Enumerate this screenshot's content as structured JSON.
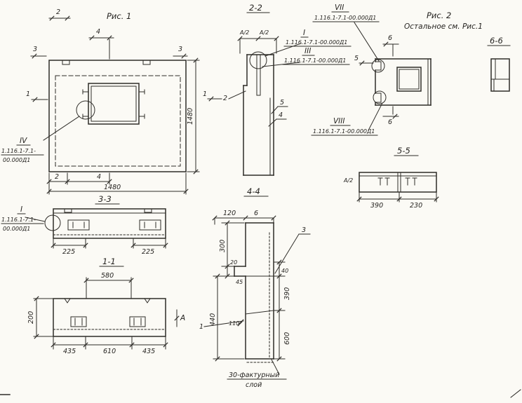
{
  "figure1": {
    "title": "Рис. 1",
    "callout_iv": {
      "ref": "IV",
      "label_line1": "1.116.1-7.1-",
      "label_line2": "00.000Д1"
    },
    "dim_top_2": "2",
    "dim_top_4": "4",
    "dim_left_3": "3",
    "dim_right_3": "3",
    "mark_1": "1",
    "dim_height_1480": "1480",
    "dim_bottom_2": "2",
    "dim_bottom_4": "4",
    "dim_bottom_1480": "1480"
  },
  "section22": {
    "title": "2-2",
    "dim_a2_left": "А/2",
    "dim_a2_right": "А/2",
    "callout_i": {
      "ref": "I",
      "label": "1.116.1-7.1-00.000Д1"
    },
    "callout_iii": {
      "ref": "III",
      "label": "1.116.1-7.1-00.000Д1"
    },
    "mark_2": "2",
    "mark_1": "1",
    "mark_5": "5",
    "mark_4": "4"
  },
  "figure2": {
    "title": "Рис. 2",
    "subtitle": "Остальное см. Рис.1",
    "callout_vii": {
      "ref": "VII",
      "label": "1.116.1-7.1-00.000Д1"
    },
    "callout_viii": {
      "ref": "VIII",
      "label": "1.116.1-7.1-00.000Д1"
    },
    "dim_6_top": "6",
    "dim_6_bottom": "6",
    "mark_5": "5"
  },
  "section66": {
    "title": "6-6"
  },
  "section55": {
    "title": "5-5",
    "dim_a2": "А/2",
    "dim_390": "390",
    "dim_230": "230"
  },
  "section33": {
    "title": "3-3",
    "callout_i": {
      "ref": "I",
      "label_line1": "1.116.1-7.1-",
      "label_line2": "00.000Д1"
    },
    "dim_225_left": "225",
    "dim_225_right": "225"
  },
  "section11": {
    "title": "1-1",
    "dim_580": "580",
    "dim_200": "200",
    "dim_435_left": "435",
    "dim_610": "610",
    "dim_435_right": "435",
    "mark_a": "А"
  },
  "section44": {
    "title": "4-4",
    "dim_120": "120",
    "dim_6": "6",
    "mark_3": "3",
    "dim_300": "300",
    "dim_20": "20",
    "dim_45": "45",
    "dim_440": "440",
    "dim_110": "110",
    "dim_40": "40",
    "dim_390": "390",
    "dim_600": "600",
    "mark_1": "1",
    "note_line1": "30-фактурный",
    "note_line2": "слой"
  }
}
